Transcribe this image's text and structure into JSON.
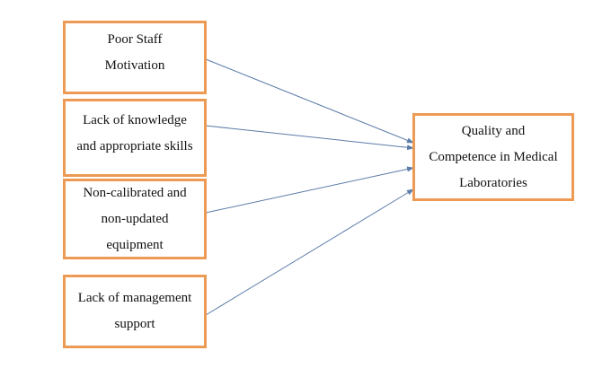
{
  "factors": [
    {
      "lines": [
        "Poor Staff",
        "Motivation"
      ]
    },
    {
      "lines": [
        "Lack of knowledge",
        "and appropriate skills"
      ]
    },
    {
      "lines": [
        "Non-calibrated and",
        "non-updated",
        "equipment"
      ]
    },
    {
      "lines": [
        "Lack of management",
        "support"
      ]
    }
  ],
  "outcome": {
    "lines": [
      "Quality and",
      "Competence in Medical",
      "Laboratories"
    ]
  },
  "colors": {
    "box_border": "#ED9A55",
    "arrow": "#5B7BA8"
  }
}
